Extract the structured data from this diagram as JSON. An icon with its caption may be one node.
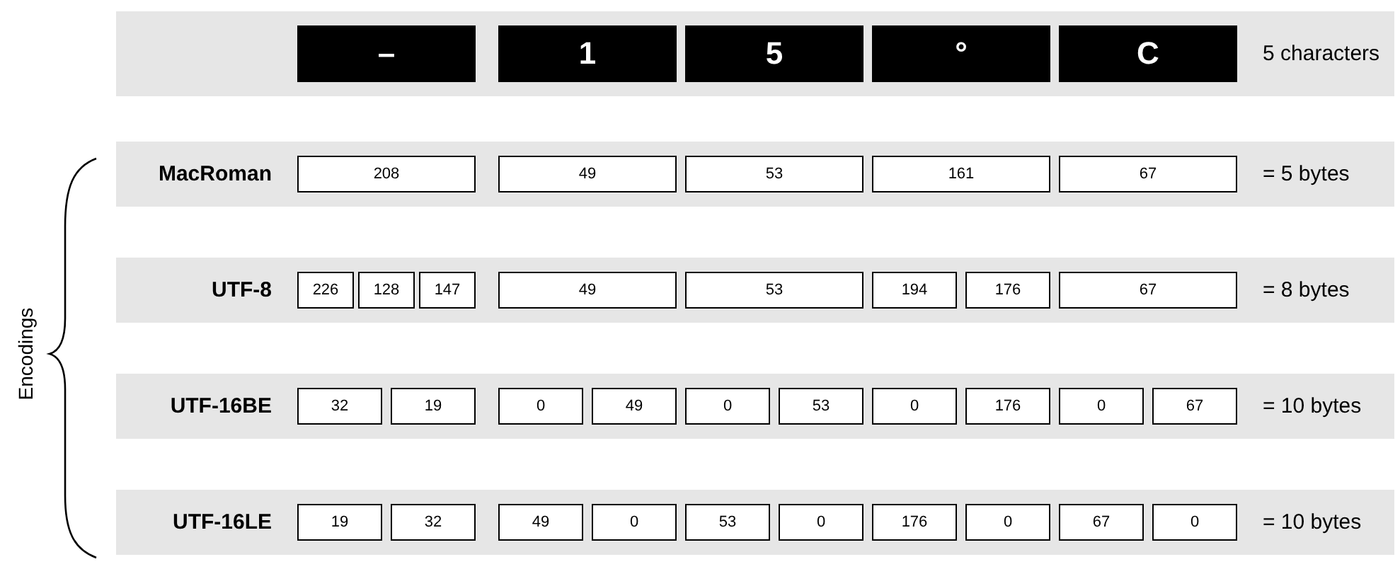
{
  "diagram": {
    "nodes": [
      {
        "text": [
          "5 characters"
        ]
      },
      {
        "text": [
          "–"
        ],
        "in": 0
      },
      {
        "text": [
          "1"
        ],
        "in": 0
      },
      {
        "text": [
          "5"
        ],
        "in": 0
      },
      {
        "text": [
          "°"
        ],
        "in": 0
      },
      {
        "text": [
          "C"
        ],
        "in": 0
      },
      {
        "text": [
          "MacRoman",
          "= 5 bytes"
        ]
      },
      {
        "text": [
          "208"
        ],
        "in": 6
      },
      {
        "text": [
          "49"
        ],
        "in": 6
      },
      {
        "text": [
          "53"
        ],
        "in": 6
      },
      {
        "text": [
          "161"
        ],
        "in": 6
      },
      {
        "text": [
          "67"
        ],
        "in": 6
      },
      {
        "text": [
          "UTF-8",
          "= 8 bytes"
        ]
      },
      {
        "text": [
          "226"
        ],
        "in": 12
      },
      {
        "text": [
          "128"
        ],
        "in": 12
      },
      {
        "text": [
          "147"
        ],
        "in": 12
      },
      {
        "text": [
          "49"
        ],
        "in": 12
      },
      {
        "text": [
          "53"
        ],
        "in": 12
      },
      {
        "text": [
          "194"
        ],
        "in": 12
      },
      {
        "text": [
          "176"
        ],
        "in": 12
      },
      {
        "text": [
          "67"
        ],
        "in": 12
      },
      {
        "text": [
          "UTF-16BE",
          "= 10 bytes"
        ]
      },
      {
        "text": [
          "32"
        ],
        "in": 21
      },
      {
        "text": [
          "19"
        ],
        "in": 21
      },
      {
        "text": [
          "0"
        ],
        "in": 21
      },
      {
        "text": [
          "49"
        ],
        "in": 21
      },
      {
        "text": [
          "0"
        ],
        "in": 21
      },
      {
        "text": [
          "53"
        ],
        "in": 21
      },
      {
        "text": [
          "0"
        ],
        "in": 21
      },
      {
        "text": [
          "176"
        ],
        "in": 21
      },
      {
        "text": [
          "0"
        ],
        "in": 21
      },
      {
        "text": [
          "67"
        ],
        "in": 21
      },
      {
        "text": [
          "UTF-16LE",
          "= 10 bytes"
        ]
      },
      {
        "text": [
          "19"
        ],
        "in": 32
      },
      {
        "text": [
          "32"
        ],
        "in": 32
      },
      {
        "text": [
          "49"
        ],
        "in": 32
      },
      {
        "text": [
          "0"
        ],
        "in": 32
      },
      {
        "text": [
          "53"
        ],
        "in": 32
      },
      {
        "text": [
          "0"
        ],
        "in": 32
      },
      {
        "text": [
          "176"
        ],
        "in": 32
      },
      {
        "text": [
          "0"
        ],
        "in": 32
      },
      {
        "text": [
          "67"
        ],
        "in": 32
      },
      {
        "text": [
          "0"
        ],
        "in": 32
      }
    ],
    "edges": [],
    "labels": [
      "Encodings"
    ]
  }
}
